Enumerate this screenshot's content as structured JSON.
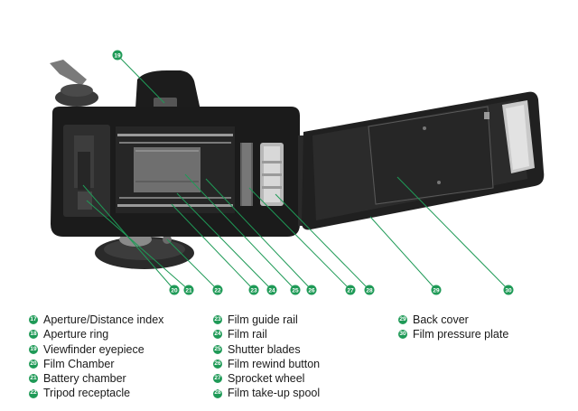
{
  "legend": {
    "col1": [
      {
        "num": "17",
        "label": "Aperture/Distance index"
      },
      {
        "num": "18",
        "label": "Aperture ring"
      },
      {
        "num": "19",
        "label": "Viewfinder eyepiece"
      },
      {
        "num": "20",
        "label": "Film Chamber"
      },
      {
        "num": "21",
        "label": "Battery chamber"
      },
      {
        "num": "22",
        "label": "Tripod receptacle"
      }
    ],
    "col2": [
      {
        "num": "23",
        "label": "Film guide rail"
      },
      {
        "num": "24",
        "label": "Film rail"
      },
      {
        "num": "25",
        "label": "Shutter blades"
      },
      {
        "num": "26",
        "label": "Film rewind button"
      },
      {
        "num": "27",
        "label": "Sprocket wheel"
      },
      {
        "num": "28",
        "label": "Film take-up spool"
      }
    ],
    "col3": [
      {
        "num": "29",
        "label": "Back cover"
      },
      {
        "num": "30",
        "label": "Film pressure plate"
      }
    ]
  },
  "callouts": [
    "19",
    "20",
    "21",
    "22",
    "23",
    "24",
    "25",
    "26",
    "27",
    "28",
    "29",
    "30"
  ]
}
